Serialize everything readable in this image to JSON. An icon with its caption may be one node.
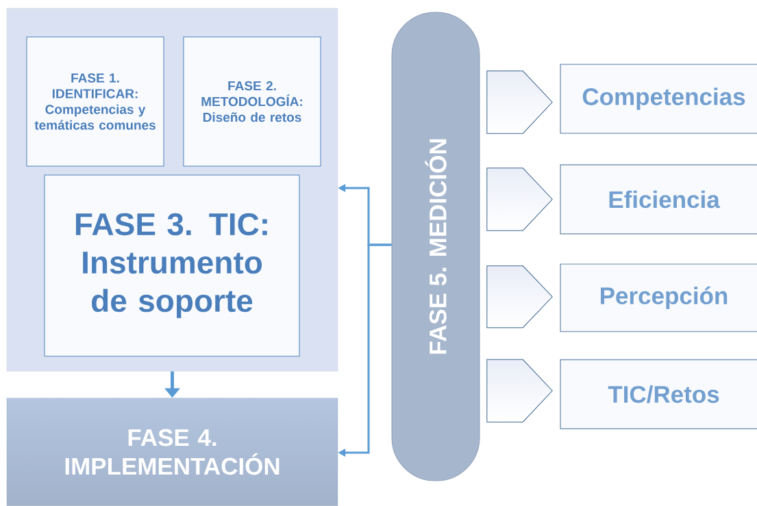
{
  "diagram": {
    "nodes": [
      {
        "text": [],
        "shape": "box"
      },
      {
        "text": [
          "FASE 1. IDENTIFICAR: Competencias y temáticas comunes"
        ],
        "in": 0
      },
      {
        "text": [
          "FASE 2. METODOLOGÍA: Diseño de retos"
        ],
        "in": 0
      },
      {
        "text": [
          "FASE 3. TIC: Instrumento de soporte"
        ],
        "in": 0
      },
      {
        "text": [
          "FASE 4. IMPLEMENTACIÓN"
        ]
      },
      {
        "text": [
          "FASE 5. MEDICIÓN"
        ]
      },
      {
        "text": [],
        "shape": "pentagon"
      },
      {
        "text": [],
        "shape": "pentagon"
      },
      {
        "text": [],
        "shape": "pentagon"
      },
      {
        "text": [],
        "shape": "pentagon"
      },
      {
        "text": [
          "Competencias"
        ]
      },
      {
        "text": [
          "Eficiencia"
        ]
      },
      {
        "text": [
          "Percepción"
        ]
      },
      {
        "text": [
          "TIC/Retos"
        ]
      }
    ],
    "edges": [
      {
        "from": 0,
        "to": 4,
        "arrow": "to"
      },
      {
        "from": 5,
        "to": 0,
        "arrow": "to"
      },
      {
        "from": 5,
        "to": 4,
        "arrow": "to"
      }
    ]
  }
}
